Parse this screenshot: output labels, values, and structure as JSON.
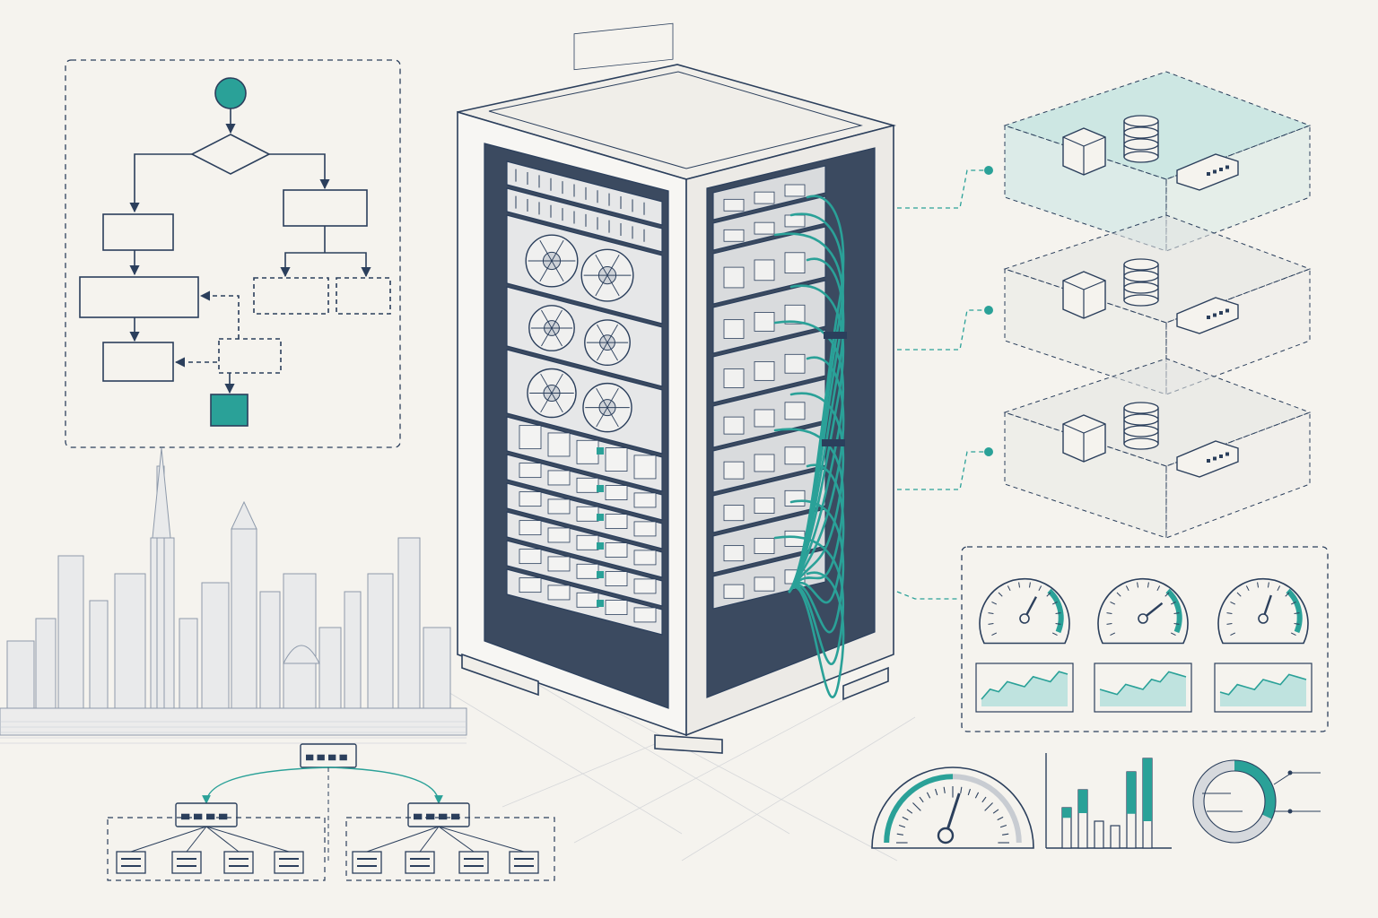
{
  "colors": {
    "background": "#f5f3ee",
    "ink": "#2b3f5c",
    "ink_light": "#8e9aab",
    "accent": "#2aa198",
    "accent_fill": "#bfe3df",
    "layer_fill": "#e2e3e2"
  },
  "panels": {
    "flowchart": {
      "kind": "flowchart"
    },
    "skyline": {
      "kind": "city-skyline"
    },
    "network_tree": {
      "kind": "network-topology",
      "branches": 2,
      "leaves_per_branch": 4
    },
    "server_rack": {
      "kind": "server-rack",
      "fan_units": 3,
      "fans_per_unit": 2
    },
    "stack_layers": {
      "kind": "stacked-layers",
      "layers": 3,
      "icons": [
        "cube-icon",
        "database-icon",
        "server-box-icon"
      ]
    },
    "dashboard": {
      "kind": "gauges-and-sparklines",
      "gauges": [
        0.62,
        0.72,
        0.58
      ]
    },
    "bottom_metrics": {
      "big_gauge_level": 0.6,
      "bars": [
        {
          "value": 0.45,
          "accent": 0.25
        },
        {
          "value": 0.65,
          "accent": 0.4
        },
        {
          "value": 0.3,
          "accent": 0
        },
        {
          "value": 0.25,
          "accent": 0
        },
        {
          "value": 0.85,
          "accent": 0.55
        },
        {
          "value": 1.0,
          "accent": 0.7
        }
      ],
      "donut_fraction": 0.32
    }
  }
}
